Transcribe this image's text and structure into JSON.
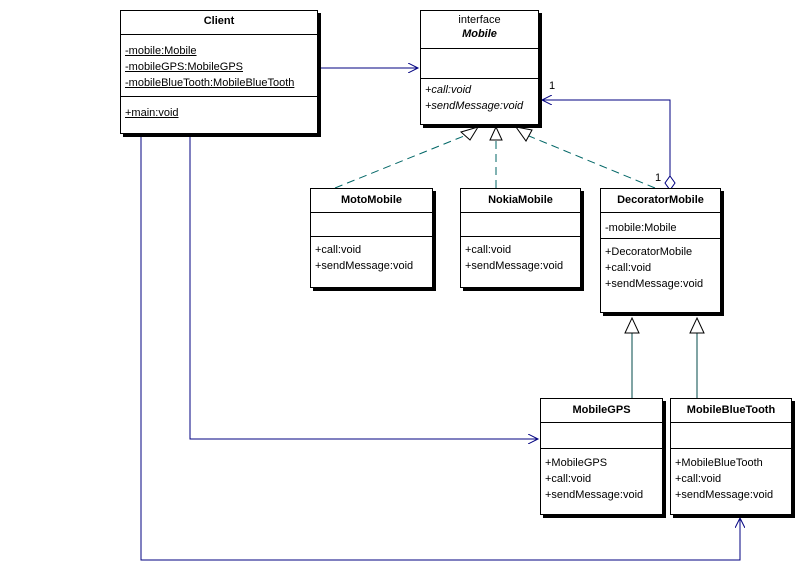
{
  "classes": {
    "client": {
      "name": "Client",
      "attributes": [
        "-mobile:Mobile",
        "-mobileGPS:MobileGPS",
        "-mobileBlueTooth:MobileBlueTooth"
      ],
      "operations": [
        "+main:void"
      ]
    },
    "mobile": {
      "stereotype": "interface",
      "name": "Mobile",
      "operations": [
        "+call:void",
        "+sendMessage:void"
      ]
    },
    "moto": {
      "name": "MotoMobile",
      "operations": [
        "+call:void",
        "+sendMessage:void"
      ]
    },
    "nokia": {
      "name": "NokiaMobile",
      "operations": [
        "+call:void",
        "+sendMessage:void"
      ]
    },
    "decorator": {
      "name": "DecoratorMobile",
      "attributes": [
        "-mobile:Mobile"
      ],
      "operations": [
        "+DecoratorMobile",
        "+call:void",
        "+sendMessage:void"
      ]
    },
    "gps": {
      "name": "MobileGPS",
      "operations": [
        "+MobileGPS",
        "+call:void",
        "+sendMessage:void"
      ]
    },
    "bluetooth": {
      "name": "MobileBlueTooth",
      "operations": [
        "+MobileBlueTooth",
        "+call:void",
        "+sendMessage:void"
      ]
    }
  },
  "multiplicities": {
    "mobile_end": "1",
    "decorator_end": "1"
  },
  "colors": {
    "link": "#000080",
    "realization": "#006666",
    "generalization": "#004a4a"
  }
}
